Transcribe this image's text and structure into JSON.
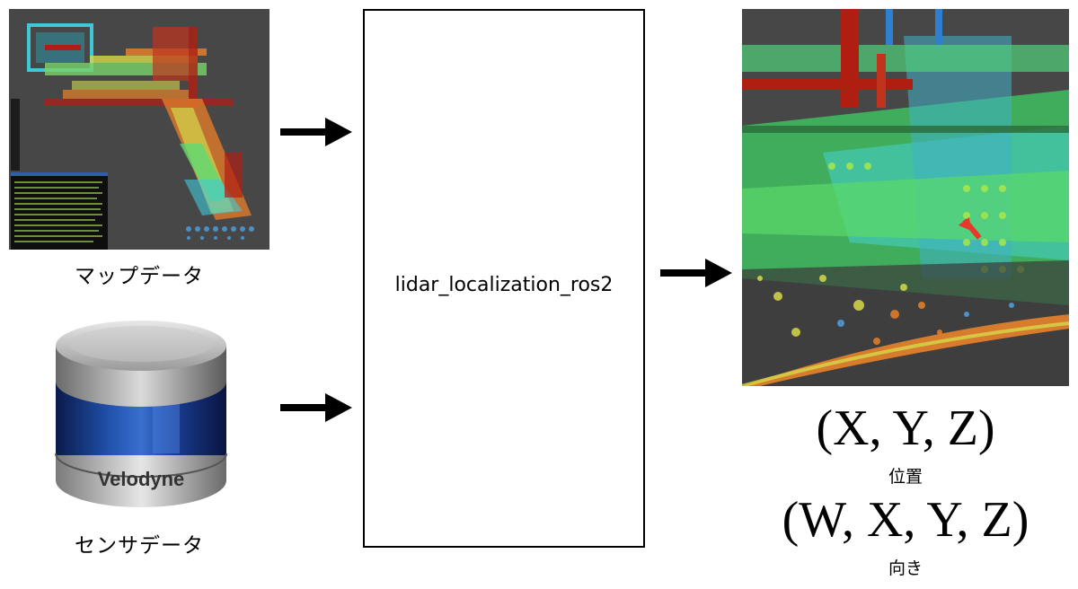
{
  "inputs": {
    "map": {
      "caption": "マップデータ"
    },
    "sensor": {
      "caption": "センサデータ",
      "brand": "Velodyne"
    }
  },
  "node": {
    "label": "lidar_localization_ros2"
  },
  "outputs": {
    "position": {
      "formula": "(X, Y, Z)",
      "caption": "位置"
    },
    "orientation": {
      "formula": "(W, X, Y, Z)",
      "caption": "向き"
    }
  },
  "colors": {
    "background": "#ffffff",
    "image_background": "#474747",
    "arrow": "#000000",
    "cloud_green": "#4be07a",
    "cloud_cyan": "#3fc9d8",
    "cloud_red": "#b01e12",
    "cloud_orange": "#e8822a",
    "pose_arrow": "#e53a2a"
  },
  "icons": [
    "map-pointcloud-image",
    "velodyne-lidar-image",
    "localized-pointcloud-image",
    "arrow-right-icon"
  ]
}
